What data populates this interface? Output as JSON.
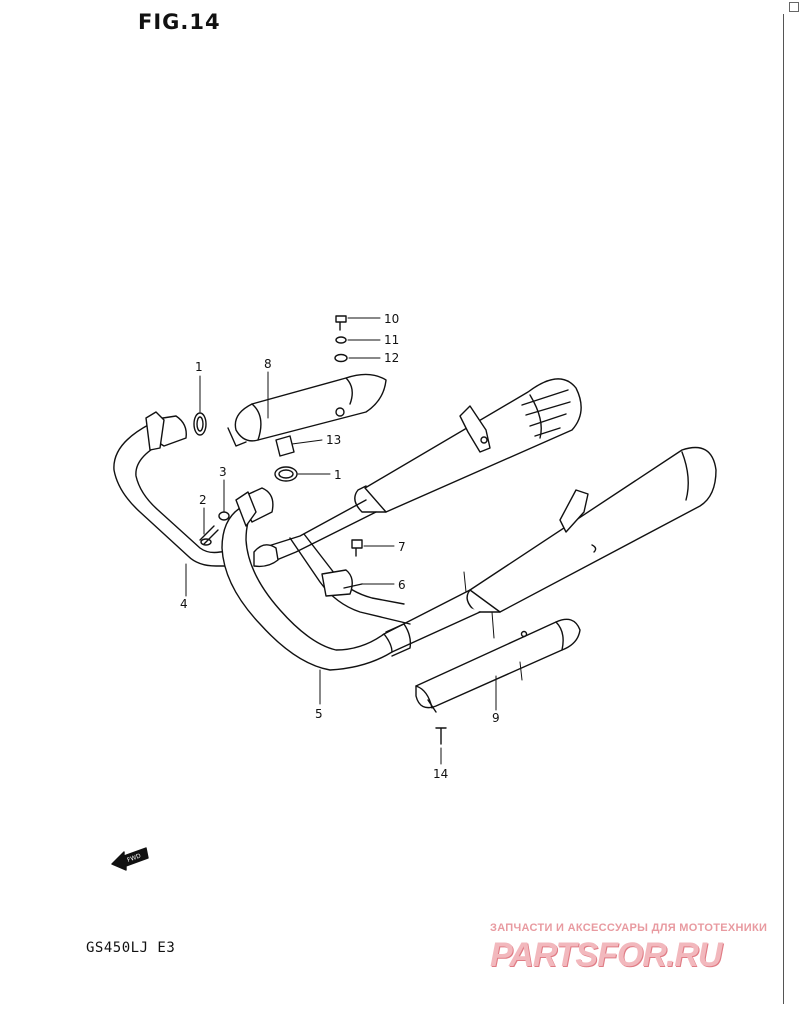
{
  "figure": {
    "title": "FIG.14",
    "model": "GS450LJ  E3"
  },
  "watermark": {
    "tagline": "ЗАПЧАСТИ И АКСЕССУАРЫ ДЛЯ МОТОТЕХНИКИ",
    "logo": "PARTSFOR.RU",
    "color": "#f2b8bd"
  },
  "fwd_label": "FWD",
  "callouts": [
    {
      "id": "c1a",
      "text": "1"
    },
    {
      "id": "c1b",
      "text": "1"
    },
    {
      "id": "c2",
      "text": "2"
    },
    {
      "id": "c3",
      "text": "3"
    },
    {
      "id": "c4",
      "text": "4"
    },
    {
      "id": "c5",
      "text": "5"
    },
    {
      "id": "c6",
      "text": "6"
    },
    {
      "id": "c7",
      "text": "7"
    },
    {
      "id": "c8",
      "text": "8"
    },
    {
      "id": "c9",
      "text": "9"
    },
    {
      "id": "c10",
      "text": "10"
    },
    {
      "id": "c11",
      "text": "11"
    },
    {
      "id": "c12",
      "text": "12"
    },
    {
      "id": "c13",
      "text": "13"
    },
    {
      "id": "c14",
      "text": "14"
    }
  ]
}
